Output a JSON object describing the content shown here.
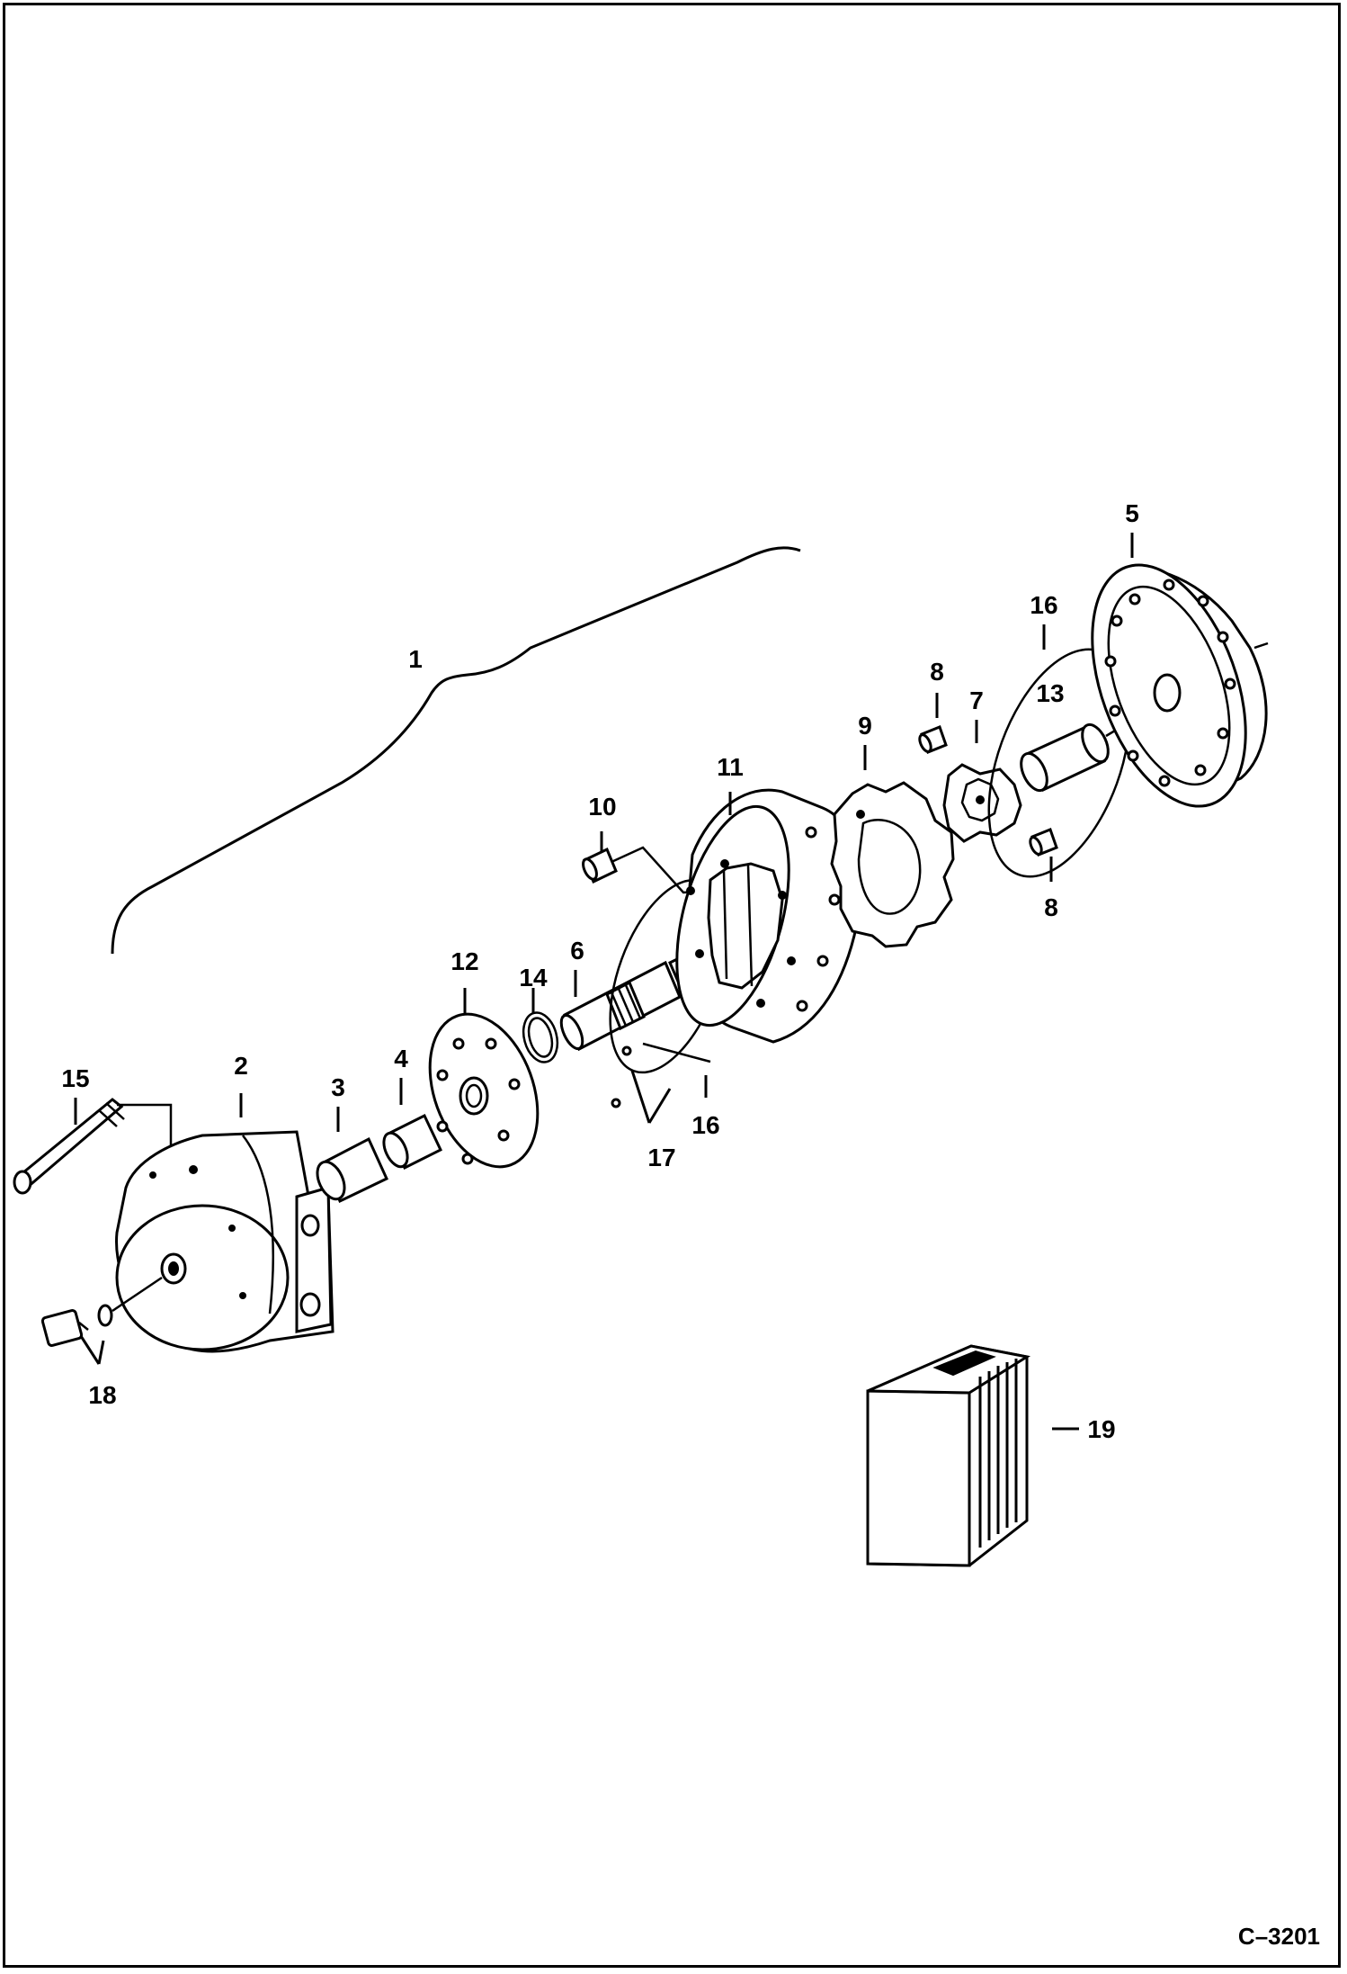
{
  "figure": {
    "code": "C–3201",
    "callouts": {
      "c1": "1",
      "c2": "2",
      "c3": "3",
      "c4": "4",
      "c5": "5",
      "c6": "6",
      "c7": "7",
      "c8a": "8",
      "c8b": "8",
      "c9": "9",
      "c10": "10",
      "c11": "11",
      "c12": "12",
      "c13": "13",
      "c14": "14",
      "c15": "15",
      "c16a": "16",
      "c16b": "16",
      "c17": "17",
      "c18": "18",
      "c19": "19"
    }
  },
  "colors": {
    "line": "#000000",
    "background": "#ffffff"
  }
}
